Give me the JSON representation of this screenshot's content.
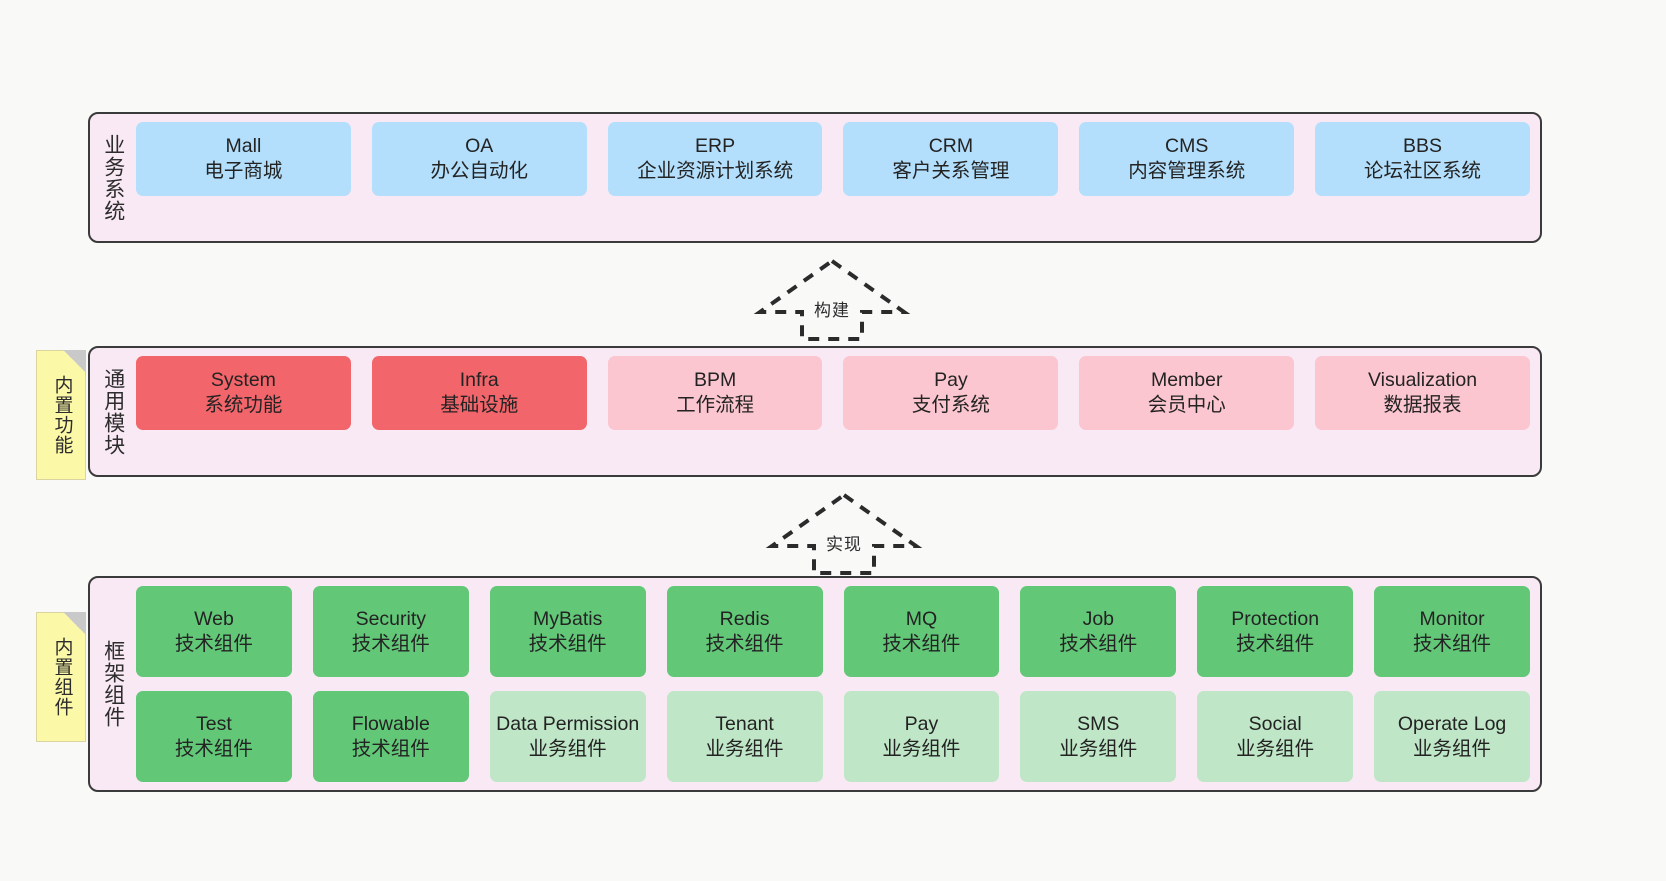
{
  "canvas": {
    "background": "#f9f9f8",
    "band_background": "#f9e9f4",
    "band_border": "#3b3b3b",
    "note_background": "#fbf8a8"
  },
  "notes": [
    {
      "text": "内置功能"
    },
    {
      "text": "内置组件"
    }
  ],
  "bands": [
    {
      "id": "business",
      "label": "业务系统",
      "rows": [
        {
          "cards": [
            {
              "title": "Mall",
              "sub": "电子商城",
              "color": "#b3dffc"
            },
            {
              "title": "OA",
              "sub": "办公自动化",
              "color": "#b3dffc"
            },
            {
              "title": "ERP",
              "sub": "企业资源计划系统",
              "color": "#b3dffc"
            },
            {
              "title": "CRM",
              "sub": "客户关系管理",
              "color": "#b3dffc"
            },
            {
              "title": "CMS",
              "sub": "内容管理系统",
              "color": "#b3dffc"
            },
            {
              "title": "BBS",
              "sub": "论坛社区系统",
              "color": "#b3dffc"
            }
          ]
        }
      ]
    },
    {
      "id": "modules",
      "label": "通用模块",
      "rows": [
        {
          "cards": [
            {
              "title": "System",
              "sub": "系统功能",
              "color": "#f2656b"
            },
            {
              "title": "Infra",
              "sub": "基础设施",
              "color": "#f2656b"
            },
            {
              "title": "BPM",
              "sub": "工作流程",
              "color": "#fbc6cf"
            },
            {
              "title": "Pay",
              "sub": "支付系统",
              "color": "#fbc6cf"
            },
            {
              "title": "Member",
              "sub": "会员中心",
              "color": "#fbc6cf"
            },
            {
              "title": "Visualization",
              "sub": "数据报表",
              "color": "#fbc6cf"
            }
          ]
        }
      ]
    },
    {
      "id": "framework",
      "label": "框架组件",
      "rows": [
        {
          "cards": [
            {
              "title": "Web",
              "sub": "技术组件",
              "color": "#62c878"
            },
            {
              "title": "Security",
              "sub": "技术组件",
              "color": "#62c878"
            },
            {
              "title": "MyBatis",
              "sub": "技术组件",
              "color": "#62c878"
            },
            {
              "title": "Redis",
              "sub": "技术组件",
              "color": "#62c878"
            },
            {
              "title": "MQ",
              "sub": "技术组件",
              "color": "#62c878"
            },
            {
              "title": "Job",
              "sub": "技术组件",
              "color": "#62c878"
            },
            {
              "title": "Protection",
              "sub": "技术组件",
              "color": "#62c878"
            },
            {
              "title": "Monitor",
              "sub": "技术组件",
              "color": "#62c878"
            }
          ]
        },
        {
          "cards": [
            {
              "title": "Test",
              "sub": "技术组件",
              "color": "#62c878"
            },
            {
              "title": "Flowable",
              "sub": "技术组件",
              "color": "#62c878"
            },
            {
              "title": "Data Permission",
              "sub": "业务组件",
              "color": "#bfe6c6"
            },
            {
              "title": "Tenant",
              "sub": "业务组件",
              "color": "#bfe6c6"
            },
            {
              "title": "Pay",
              "sub": "业务组件",
              "color": "#bfe6c6"
            },
            {
              "title": "SMS",
              "sub": "业务组件",
              "color": "#bfe6c6"
            },
            {
              "title": "Social",
              "sub": "业务组件",
              "color": "#bfe6c6"
            },
            {
              "title": "Operate Log",
              "sub": "业务组件",
              "color": "#bfe6c6"
            }
          ]
        }
      ]
    }
  ],
  "arrows": [
    {
      "id": "build",
      "label": "构建"
    },
    {
      "id": "realize",
      "label": "实现"
    }
  ]
}
